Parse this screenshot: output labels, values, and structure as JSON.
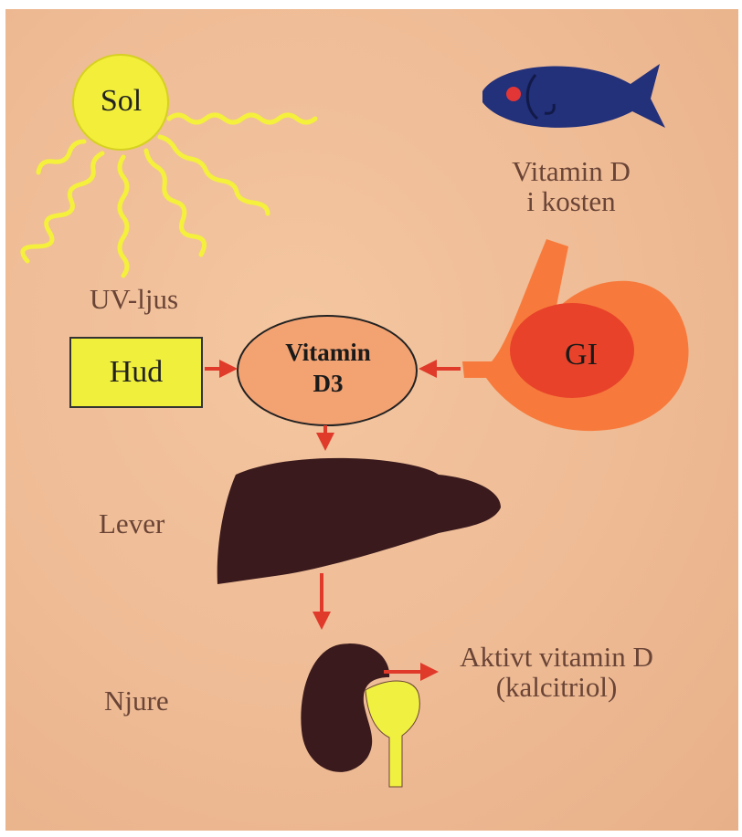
{
  "nodes": {
    "sol": "Sol",
    "uv_light": "UV-ljus",
    "hud": "Hud",
    "vitamin_d3_line1": "Vitamin",
    "vitamin_d3_line2": "D3",
    "dietary_line1": "Vitamin D",
    "dietary_line2": "i kosten",
    "gi": "GI",
    "lever": "Lever",
    "njure": "Njure",
    "active_line1": "Aktivt vitamin D",
    "active_line2": "(kalcitriol)"
  },
  "colors": {
    "background": "#eebb95",
    "sun": "#f2ee3a",
    "rays": "#f4f03c",
    "skin_box": "#efef3c",
    "vitamin_d3_node": "#f3a272",
    "fish": "#23307a",
    "stomach": "#f77a3c",
    "gi_patch": "#e8432a",
    "liver": "#3a1a1c",
    "kidney": "#3a1a1c",
    "adrenal": "#f0f040",
    "arrow": "#e03a2a",
    "label_text": "#6a4436"
  },
  "icons": [
    "sun-icon",
    "fish-icon",
    "stomach-icon",
    "liver-icon",
    "kidney-icon"
  ]
}
